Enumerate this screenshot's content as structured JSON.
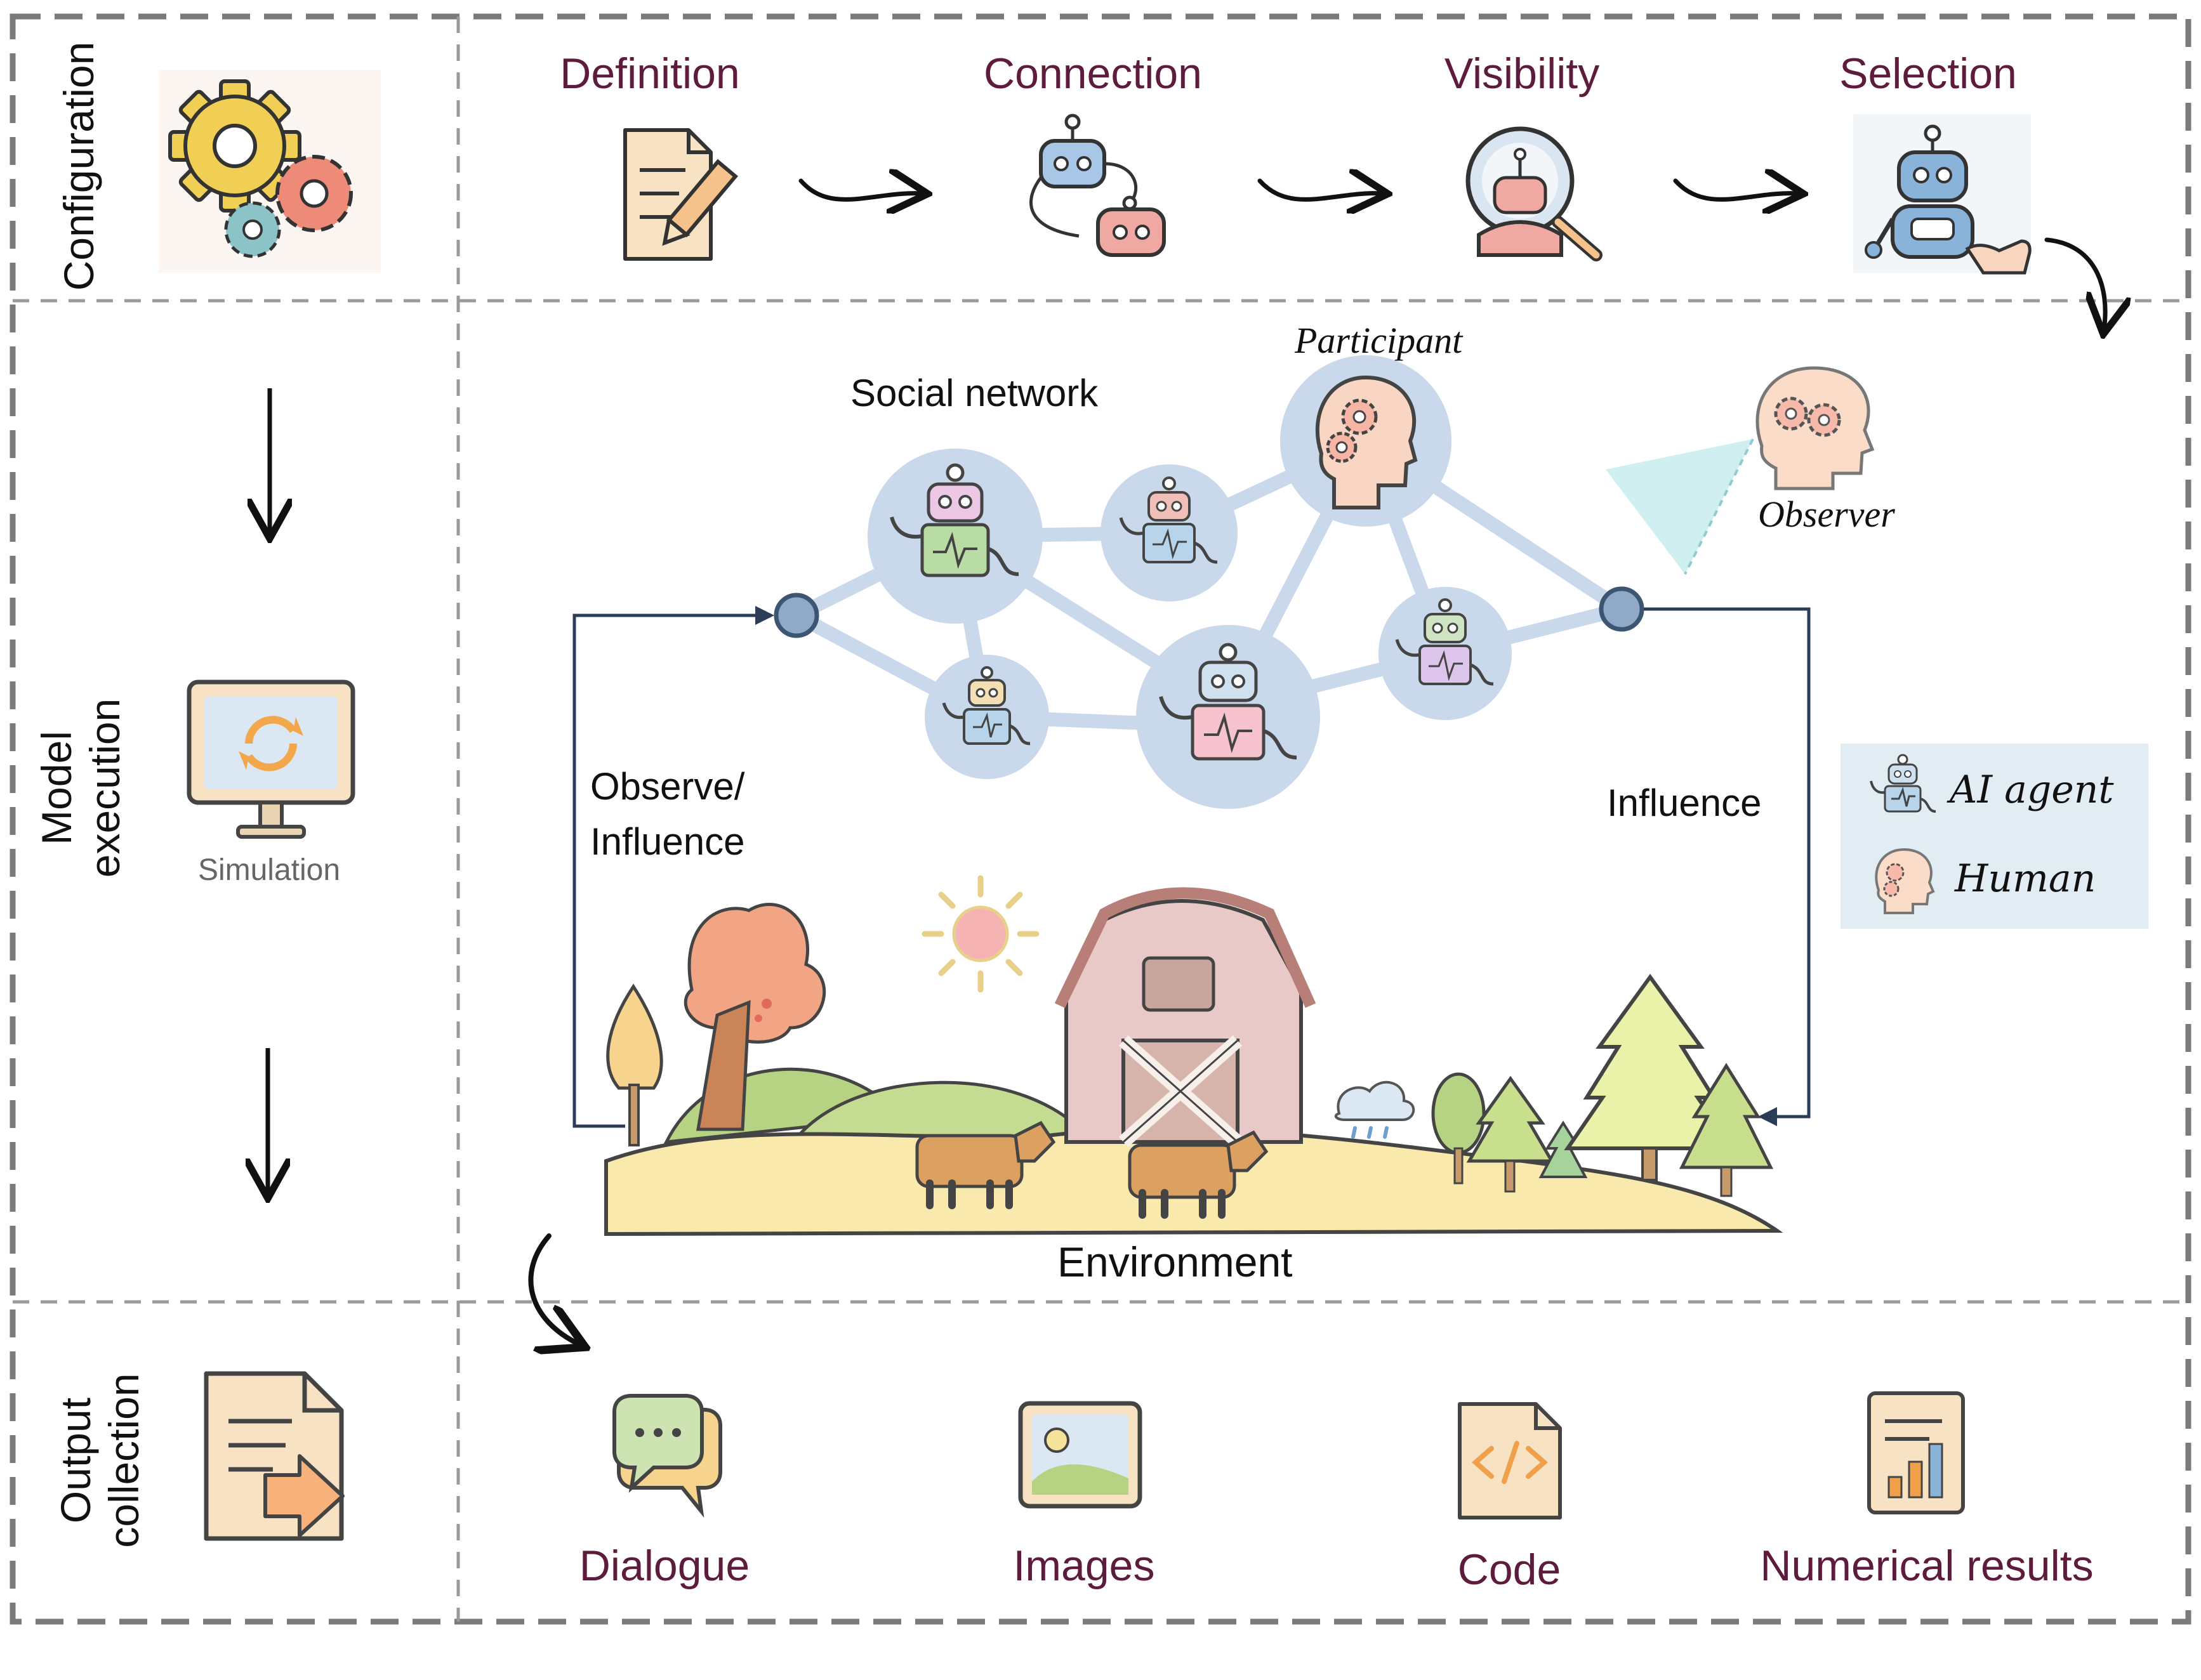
{
  "rows": {
    "configuration": "Configuration",
    "model_execution_line1": "Model",
    "model_execution_line2": "execution",
    "output_collection_line1": "Output",
    "output_collection_line2": "collection"
  },
  "config_steps": [
    "Definition",
    "Connection",
    "Visibility",
    "Selection"
  ],
  "execution": {
    "simulation_label": "Simulation",
    "social_network_label": "Social network",
    "participant_label": "Participant",
    "observer_label": "Observer",
    "observe_influence_line1": "Observe/",
    "observe_influence_line2": "Influence",
    "influence_label": "Influence",
    "environment_label": "Environment"
  },
  "legend": {
    "ai_agent": "AI agent",
    "human": "Human"
  },
  "outputs": [
    "Dialogue",
    "Images",
    "Code",
    "Numerical results"
  ],
  "colors": {
    "label_maroon": "#5e1c3c",
    "frame_dash": "#7a7a7a",
    "network_blue": "#c9d8ea",
    "node_navy": "#3c5573",
    "legend_bg": "#e2ecf3"
  }
}
